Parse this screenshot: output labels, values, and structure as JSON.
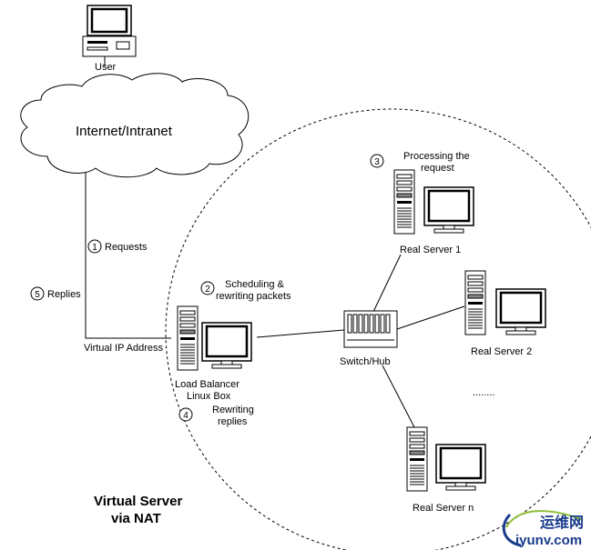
{
  "user": {
    "label": "User"
  },
  "cloud": {
    "label": "Internet/Intranet"
  },
  "steps": [
    {
      "number": "1",
      "lines": [
        "Requests"
      ]
    },
    {
      "number": "2",
      "lines": [
        "Scheduling &",
        "rewriting packets"
      ]
    },
    {
      "number": "3",
      "lines": [
        "Processing the",
        "request"
      ]
    },
    {
      "number": "4",
      "lines": [
        "Rewriting",
        "replies"
      ]
    },
    {
      "number": "5",
      "lines": [
        "Replies"
      ]
    }
  ],
  "vip": {
    "label": "Virtual IP Address"
  },
  "load_balancer": {
    "line1": "Load Balancer",
    "line2": "Linux Box"
  },
  "switch": {
    "label": "Switch/Hub"
  },
  "servers": [
    {
      "label": "Real Server 1"
    },
    {
      "label": "Real Server 2"
    },
    {
      "label": "Real Server n"
    }
  ],
  "ellipsis": "........",
  "title": {
    "line1": "Virtual Server",
    "line2": "via NAT"
  },
  "watermark": {
    "cn": "运维网",
    "url": "iyunv.com",
    "color": "#1a3c8c"
  }
}
